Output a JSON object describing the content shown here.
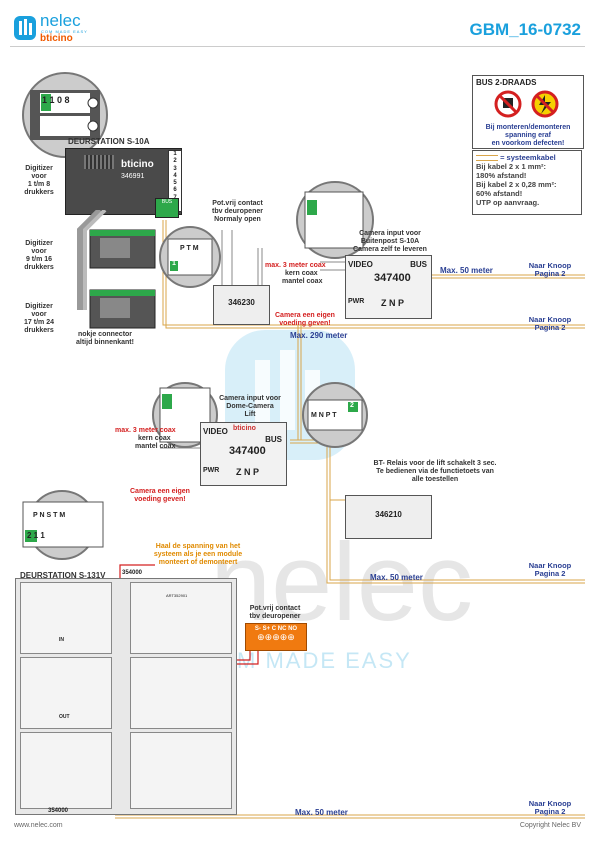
{
  "header": {
    "brand_top": "nelec",
    "brand_tagline": "COM MADE EASY",
    "brand_bottom": "bticino",
    "doc_code": "GBM_16-0732"
  },
  "warning": {
    "title": "BUS 2-DRAADS",
    "text_line1": "Bij monteren/demonteren",
    "text_line2": "spanning eraf",
    "text_line3": "en voorkom defecten!"
  },
  "cable_info": {
    "legend": "= systeemkabel",
    "line1": "Bij kabel 2 x 1 mm²:",
    "line2": "180% afstand!",
    "line3": "Bij kabel 2 x 0,28 mm²:",
    "line4": "60% afstand!",
    "line5": "UTP op aanvraag."
  },
  "deurstation_s10a": {
    "title": "DEURSTATION S-10A",
    "brand": "bticino",
    "article": "346991",
    "bus_label": "BUS",
    "zoom_numbers": "1 1 0 8",
    "terminals": [
      "1",
      "2",
      "3",
      "4",
      "5",
      "6",
      "7",
      "8"
    ]
  },
  "digitizers": [
    {
      "line1": "Digitizer",
      "line2": "voor",
      "line3": "1 t/m 8",
      "line4": "drukkers"
    },
    {
      "line1": "Digitizer",
      "line2": "voor",
      "line3": "9 t/m 16",
      "line4": "drukkers"
    },
    {
      "line1": "Digitizer",
      "line2": "voor",
      "line3": "17 t/m 24",
      "line4": "drukkers"
    }
  ],
  "connector_note": {
    "line1": "nokje connector",
    "line2": "altijd binnenkant!"
  },
  "potvrij1": {
    "line1": "Pot.vrij contact",
    "line2": "tbv deuropener",
    "line3": "Normaly open"
  },
  "relay_346230": {
    "article": "346230",
    "zoom_labels": "P T M",
    "zoom_num": "1"
  },
  "camera_input_1": {
    "line1": "Camera input voor",
    "line2": "Buitenpost S-10A",
    "line3": "Camera zelf te leveren"
  },
  "coax_1": {
    "max": "max. 3 meter coax",
    "kern": "kern coax",
    "mantel": "mantel coax"
  },
  "camera_power_1": {
    "line1": "Camera een eigen",
    "line2": "voeding geven!"
  },
  "module_347400_a": {
    "article": "347400",
    "video": "VIDEO",
    "bus": "BUS",
    "pwr": "PWR",
    "letters": "Z N P"
  },
  "naar_knoop": [
    {
      "line1": "Naar Knoop",
      "line2": "Pagina 2"
    },
    {
      "line1": "Naar Knoop",
      "line2": "Pagina 2"
    },
    {
      "line1": "Naar Knoop",
      "line2": "Pagina 2"
    },
    {
      "line1": "Naar Knoop",
      "line2": "Pagina 2"
    }
  ],
  "meters": {
    "m1": "Max. 50 meter",
    "m2": "Max. 290 meter",
    "m3": "Max. 50 meter",
    "m4": "Max. 50 meter"
  },
  "camera_input_2": {
    "line1": "Camera input voor",
    "line2": "Dome-Camera",
    "line3": "Lift"
  },
  "coax_2": {
    "max": "max. 3 meter coax",
    "kern": "kern coax",
    "mantel": "mantel coax"
  },
  "camera_power_2": {
    "line1": "Camera een eigen",
    "line2": "voeding geven!"
  },
  "module_347400_b": {
    "article": "347400",
    "brand": "bticino",
    "video": "VIDEO",
    "bus": "BUS",
    "pwr": "PWR",
    "letters": "Z N P"
  },
  "relay_346210": {
    "article": "346210",
    "zoom_labels": "M N P T",
    "zoom_num": "2",
    "line1": "BT- Relais voor de lift schakelt 3 sec.",
    "line2": "Te bedienen via de functietoets van",
    "line3": "alle toestellen"
  },
  "deurstation_s131v": {
    "title": "DEURSTATION S-131V",
    "zoom_labels": "P N S T M",
    "zoom_nums": "2 1 1",
    "module_code": "354000",
    "article_tag": "ART352901",
    "in_label": "IN",
    "out_label": "OUT"
  },
  "spanning_note": {
    "line1": "Haal de spanning van het",
    "line2": "systeem als je een module",
    "line3": "monteert of demonteert"
  },
  "potvrij2": {
    "line1": "Pot.vrij contact",
    "line2": "tbv deuropener",
    "terminals": "S- S+ C NC NO"
  },
  "footer": {
    "left": "www.nelec.com",
    "right": "Copyright Nelec BV"
  },
  "colors": {
    "accent": "#1aa0dd",
    "bus_line": "#d9a54a",
    "red_wire": "#d42020",
    "blue_text": "#2a3f93",
    "orange": "#f07a10"
  }
}
